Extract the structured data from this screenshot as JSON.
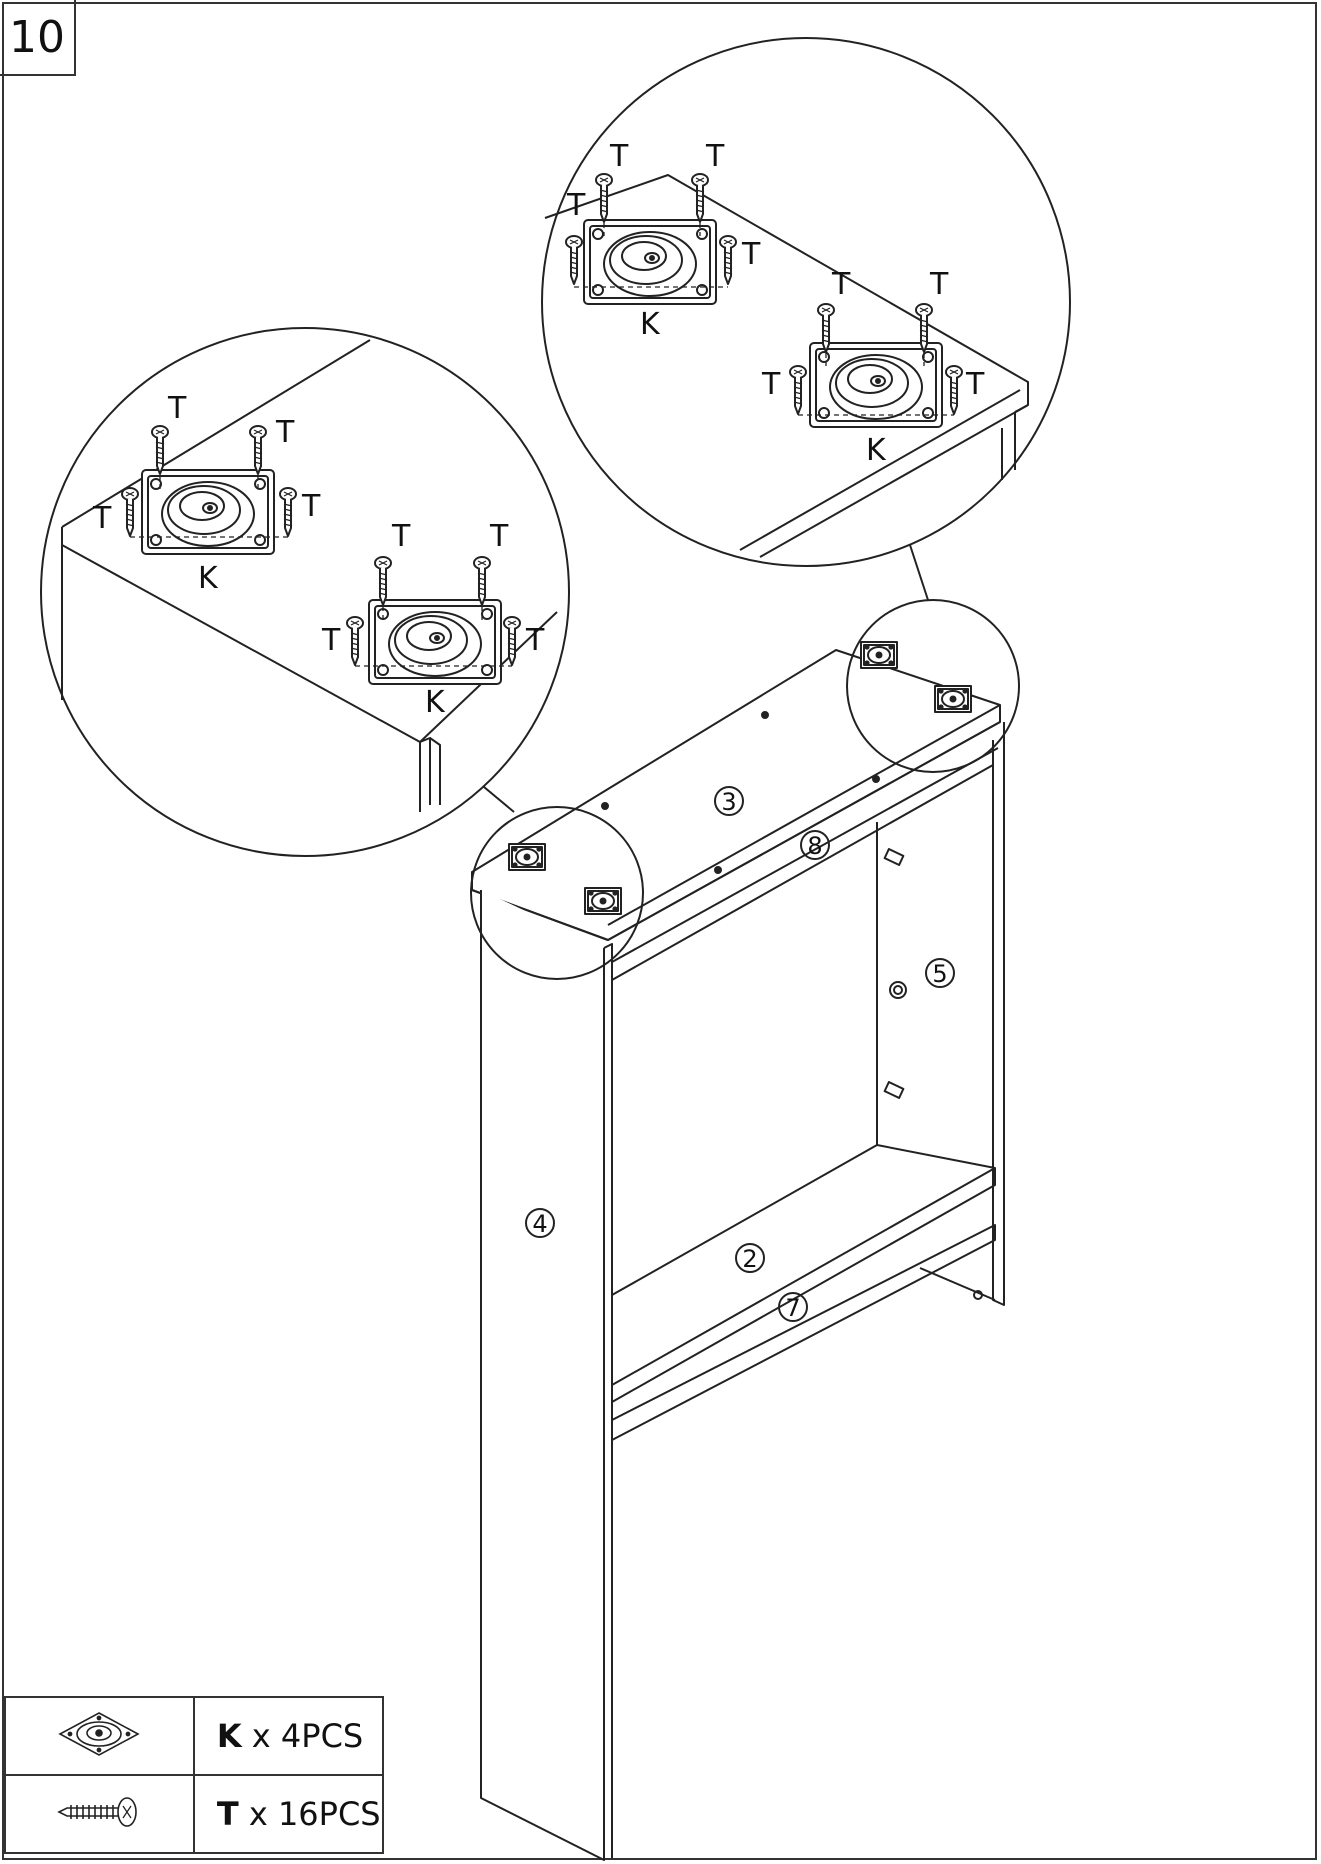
{
  "step": {
    "number": "10"
  },
  "labels": {
    "screw": "T",
    "plate": "K"
  },
  "part_numbers": {
    "top": "3",
    "front_rail_top": "8",
    "side_right": "5",
    "side_left": "4",
    "bottom_shelf": "2",
    "front_rail_bottom": "7"
  },
  "parts_list": [
    {
      "letter": "K",
      "quantity": "x 4PCS",
      "icon": "mounting-plate-icon"
    },
    {
      "letter": "T",
      "quantity": "x 16PCS",
      "icon": "screw-icon"
    }
  ]
}
